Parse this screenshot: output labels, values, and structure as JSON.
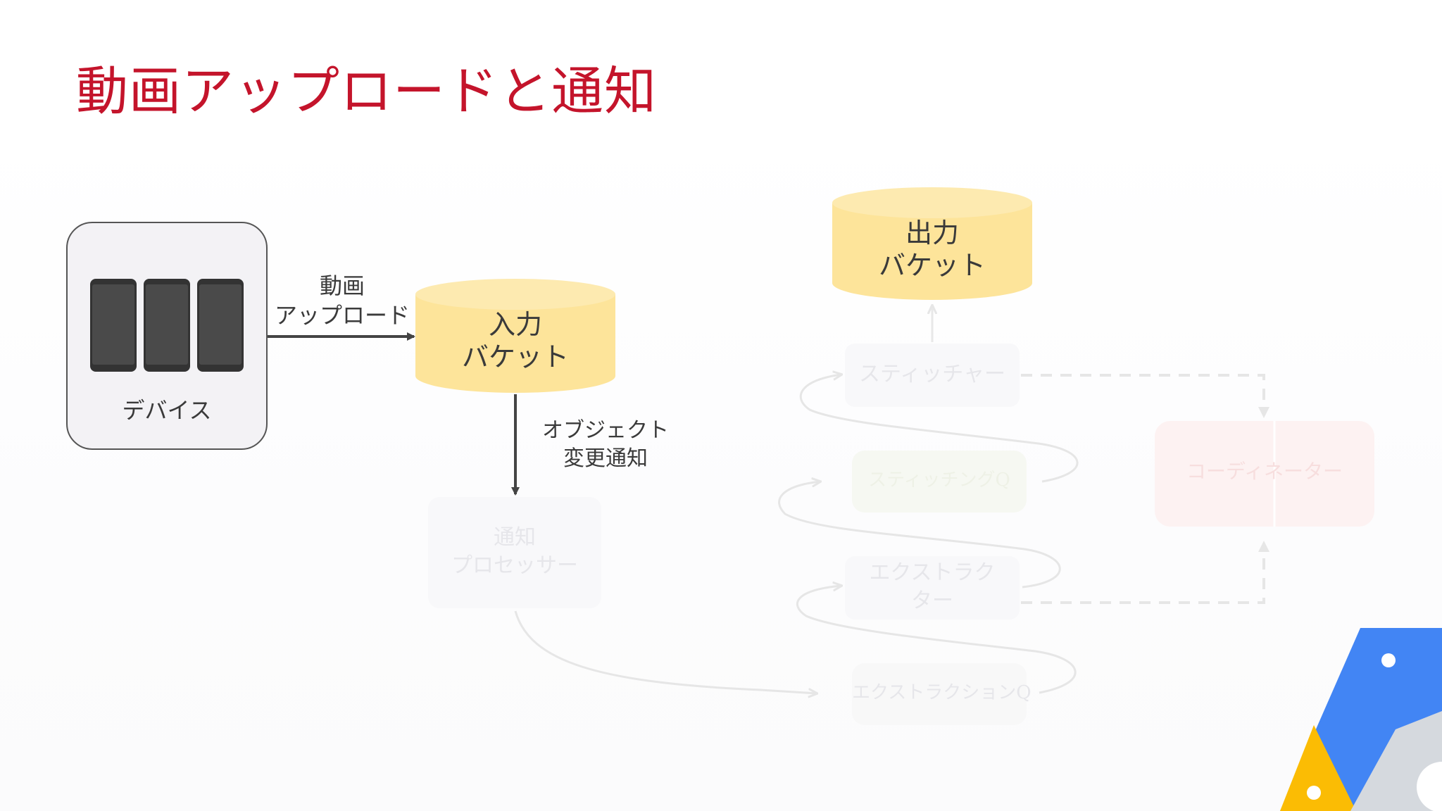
{
  "title": "動画アップロードと通知",
  "device": {
    "label": "デバイス"
  },
  "upload_label": [
    "動画",
    "アップロード"
  ],
  "input_bucket": [
    "入力",
    "バケット"
  ],
  "output_bucket": [
    "出力",
    "バケット"
  ],
  "object_change_label": [
    "オブジェクト",
    "変更通知"
  ],
  "notification_processor": [
    "通知",
    "プロセッサー"
  ],
  "stitcher": "スティッチャー",
  "stitching_queue": "スティッチングQ",
  "extractor": [
    "エクストラク",
    "ター"
  ],
  "extraction_queue": "エクストラクションQ",
  "coordinator": "コーディネーター",
  "colors": {
    "title": "#c4142b",
    "bucket_fill": "#fde49a",
    "bucket_top": "#fdeab0",
    "device_box": "#f3f2f5",
    "faded_box": "#f7f7fa",
    "coordinator_box": "#fdf1f1",
    "logo_blue": "#4285f4",
    "logo_yellow": "#fbbc04",
    "logo_gray": "#d5d9de"
  }
}
